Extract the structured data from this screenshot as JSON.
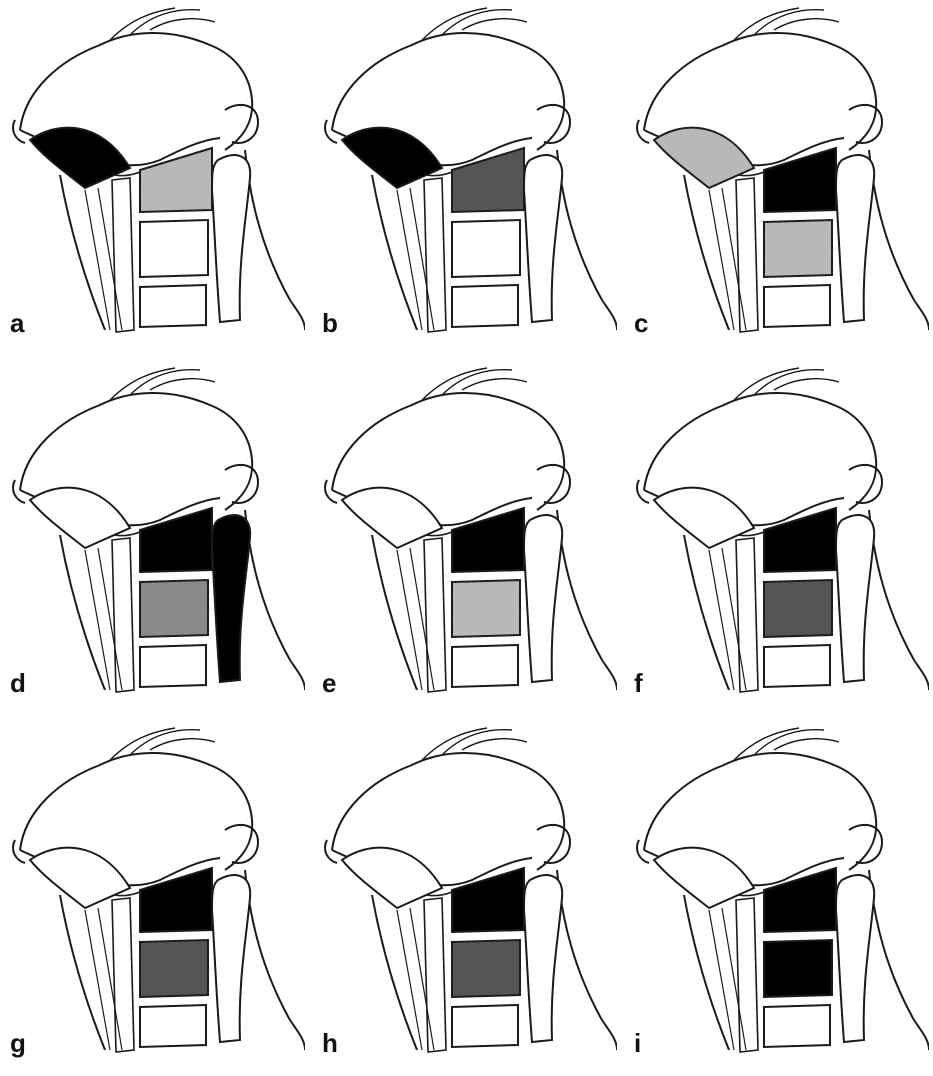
{
  "figure": {
    "panels": [
      {
        "label": "a",
        "highlight": {
          "submandibular": "black",
          "level2": "gray-light",
          "level3": "none",
          "level4": "none",
          "level5": "none"
        }
      },
      {
        "label": "b",
        "highlight": {
          "submandibular": "black",
          "level2": "gray-dark",
          "level3": "none",
          "level4": "none",
          "level5": "none"
        }
      },
      {
        "label": "c",
        "highlight": {
          "submandibular": "gray-light",
          "level2": "black",
          "level3": "gray-light",
          "level4": "none",
          "level5": "none"
        }
      },
      {
        "label": "d",
        "highlight": {
          "submandibular": "none",
          "level2": "black",
          "level3": "gray-mid",
          "level4": "none",
          "level5": "black"
        }
      },
      {
        "label": "e",
        "highlight": {
          "submandibular": "none",
          "level2": "black",
          "level3": "gray-light",
          "level4": "none",
          "level5": "none"
        }
      },
      {
        "label": "f",
        "highlight": {
          "submandibular": "none",
          "level2": "black",
          "level3": "gray-dark",
          "level4": "none",
          "level5": "none"
        }
      },
      {
        "label": "g",
        "highlight": {
          "submandibular": "none",
          "level2": "black",
          "level3": "gray-dark",
          "level4": "none",
          "level5": "none"
        }
      },
      {
        "label": "h",
        "highlight": {
          "submandibular": "none",
          "level2": "black",
          "level3": "gray-dark",
          "level4": "none",
          "level5": "none"
        }
      },
      {
        "label": "i",
        "highlight": {
          "submandibular": "none",
          "level2": "black",
          "level3": "black",
          "level4": "none",
          "level5": "none"
        }
      }
    ],
    "colors": {
      "black": "#000000",
      "gray-dark": "#555555",
      "gray-mid": "#8a8a8a",
      "gray-light": "#b8b8b8",
      "none": "#ffffff",
      "line": "#1a1a1a"
    }
  }
}
